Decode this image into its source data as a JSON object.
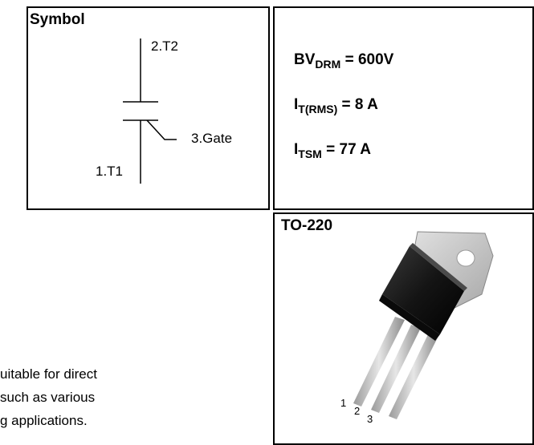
{
  "symbol": {
    "title": "Symbol",
    "t2": "2.T2",
    "gate": "3.Gate",
    "t1": "1.T1"
  },
  "ratings": {
    "bv_main": "BV",
    "bv_sub": "DRM",
    "bv_value": " = 600V",
    "it_main": "I",
    "it_sub": "T(RMS)",
    "it_value": " = 8 A",
    "itsm_main": "I",
    "itsm_sub": "TSM",
    "itsm_value": " = 77 A"
  },
  "package": {
    "title": "TO-220",
    "pin1": "1",
    "pin2": "2",
    "pin3": "3"
  },
  "description": {
    "line1": "uitable for direct",
    "line2": "such as various",
    "line3": "g   applications."
  },
  "colors": {
    "body": "#1a1a1a",
    "tab": "#c8c8c8",
    "leads": "#b0b0b0"
  }
}
